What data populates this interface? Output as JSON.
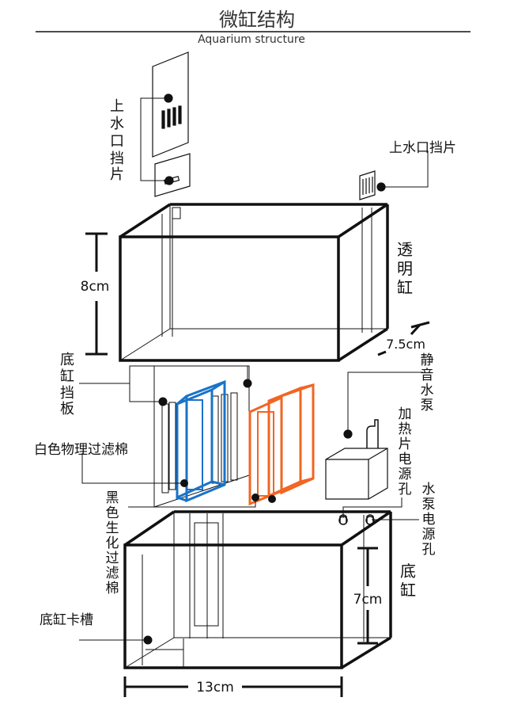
{
  "title": "微缸结构",
  "subtitle": "Aquarium structure",
  "labels": {
    "top_cover_plate": "上水口挡片",
    "top_cover_plate_right": "上水口挡片",
    "clear_tank": "透明缸",
    "height_top": "8cm",
    "depth": "7.5cm",
    "bottom_baffle": "底缸挡板",
    "silent_pump": "静音水泵",
    "white_filter": "白色物理过滤棉",
    "heater_hole": "加热片电源孔",
    "pump_power_hole": "水泵电源孔",
    "black_filter": "黑色生化过滤棉",
    "bottom_tank": "底缸",
    "height_bottom": "7cm",
    "bottom_slot": "底缸卡槽",
    "width": "13cm"
  },
  "colors": {
    "line": "#111111",
    "blue_filter": "#1a73c9",
    "orange_filter": "#f26522"
  }
}
